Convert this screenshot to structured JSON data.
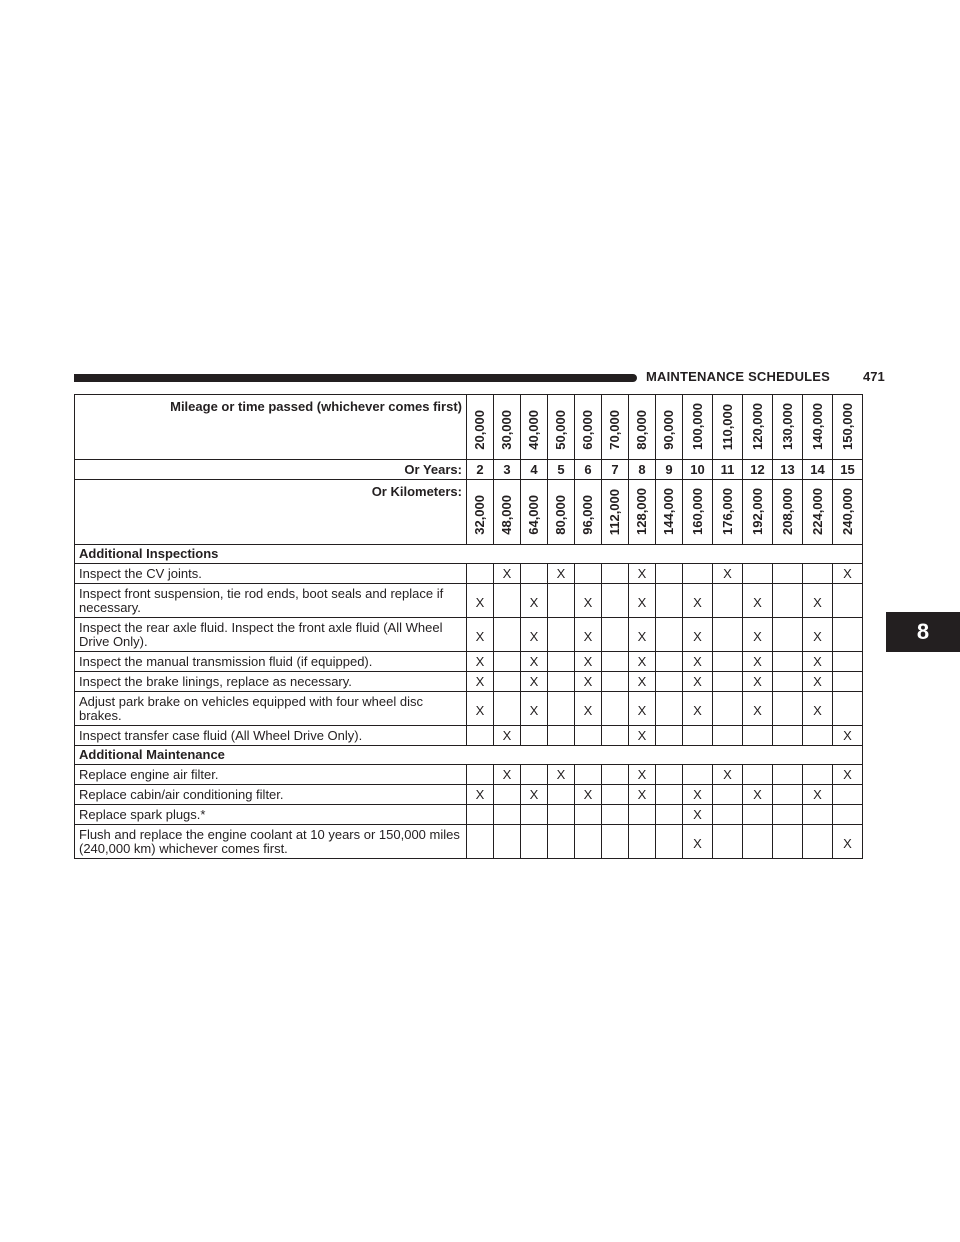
{
  "header": {
    "section_title": "MAINTENANCE SCHEDULES",
    "page_number": "471",
    "chapter_tab": "8"
  },
  "table": {
    "mileage_label": "Mileage or time passed (whichever comes first)",
    "mileage": [
      "20,000",
      "30,000",
      "40,000",
      "50,000",
      "60,000",
      "70,000",
      "80,000",
      "90,000",
      "100,000",
      "110,000",
      "120,000",
      "130,000",
      "140,000",
      "150,000"
    ],
    "years_label": "Or Years:",
    "years": [
      "2",
      "3",
      "4",
      "5",
      "6",
      "7",
      "8",
      "9",
      "10",
      "11",
      "12",
      "13",
      "14",
      "15"
    ],
    "km_label": "Or Kilometers:",
    "kilometers": [
      "32,000",
      "48,000",
      "64,000",
      "80,000",
      "96,000",
      "112,000",
      "128,000",
      "144,000",
      "160,000",
      "176,000",
      "192,000",
      "208,000",
      "224,000",
      "240,000"
    ],
    "sections": [
      {
        "title": "Additional Inspections",
        "rows": [
          {
            "label": "Inspect the CV joints.",
            "marks": [
              "",
              "X",
              "",
              "X",
              "",
              "",
              "X",
              "",
              "",
              "X",
              "",
              "",
              "",
              "X"
            ]
          },
          {
            "label": "Inspect front suspension, tie rod ends, boot seals and replace if necessary.",
            "marks": [
              "X",
              "",
              "X",
              "",
              "X",
              "",
              "X",
              "",
              "X",
              "",
              "X",
              "",
              "X",
              ""
            ]
          },
          {
            "label": "Inspect the rear axle fluid. Inspect the front axle fluid (All Wheel Drive Only).",
            "marks": [
              "X",
              "",
              "X",
              "",
              "X",
              "",
              "X",
              "",
              "X",
              "",
              "X",
              "",
              "X",
              ""
            ]
          },
          {
            "label": "Inspect the manual transmission fluid (if equipped).",
            "marks": [
              "X",
              "",
              "X",
              "",
              "X",
              "",
              "X",
              "",
              "X",
              "",
              "X",
              "",
              "X",
              ""
            ]
          },
          {
            "label": "Inspect the brake linings, replace as necessary.",
            "marks": [
              "X",
              "",
              "X",
              "",
              "X",
              "",
              "X",
              "",
              "X",
              "",
              "X",
              "",
              "X",
              ""
            ]
          },
          {
            "label": "Adjust park brake on vehicles equipped with four wheel disc brakes.",
            "marks": [
              "X",
              "",
              "X",
              "",
              "X",
              "",
              "X",
              "",
              "X",
              "",
              "X",
              "",
              "X",
              ""
            ]
          },
          {
            "label": "Inspect transfer case fluid (All Wheel Drive Only).",
            "marks": [
              "",
              "X",
              "",
              "",
              "",
              "",
              "X",
              "",
              "",
              "",
              "",
              "",
              "",
              "X"
            ]
          }
        ]
      },
      {
        "title": "Additional Maintenance",
        "rows": [
          {
            "label": "Replace engine air filter.",
            "marks": [
              "",
              "X",
              "",
              "X",
              "",
              "",
              "X",
              "",
              "",
              "X",
              "",
              "",
              "",
              "X"
            ]
          },
          {
            "label": "Replace cabin/air conditioning filter.",
            "marks": [
              "X",
              "",
              "X",
              "",
              "X",
              "",
              "X",
              "",
              "X",
              "",
              "X",
              "",
              "X",
              ""
            ]
          },
          {
            "label": "Replace spark plugs.*",
            "marks": [
              "",
              "",
              "",
              "",
              "",
              "",
              "",
              "",
              "X",
              "",
              "",
              "",
              "",
              ""
            ]
          },
          {
            "label": "Flush and replace the engine coolant at 10 years or 150,000 miles (240,000 km) whichever comes first.",
            "marks": [
              "",
              "",
              "",
              "",
              "",
              "",
              "",
              "",
              "X",
              "",
              "",
              "",
              "",
              "X"
            ]
          }
        ]
      }
    ]
  }
}
